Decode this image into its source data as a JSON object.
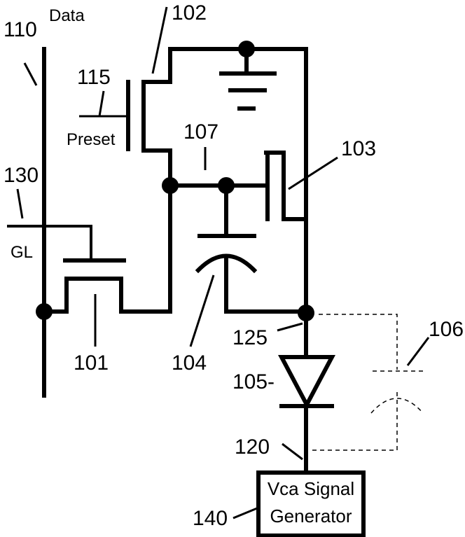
{
  "labels": {
    "data_line": "110",
    "data_text": "Data",
    "preset_transistor": "102",
    "preset_gate": "115",
    "preset_text": "Preset",
    "gate_node": "107",
    "drive_transistor": "103",
    "gate_line": "130",
    "gl_text": "GL",
    "switch_transistor": "101",
    "capacitor": "104",
    "anode_node": "125",
    "diode": "105-",
    "parasitic_cap": "106",
    "cathode_node": "120",
    "generator_ref": "140",
    "generator_line1": "Vca Signal",
    "generator_line2": "Generator"
  }
}
